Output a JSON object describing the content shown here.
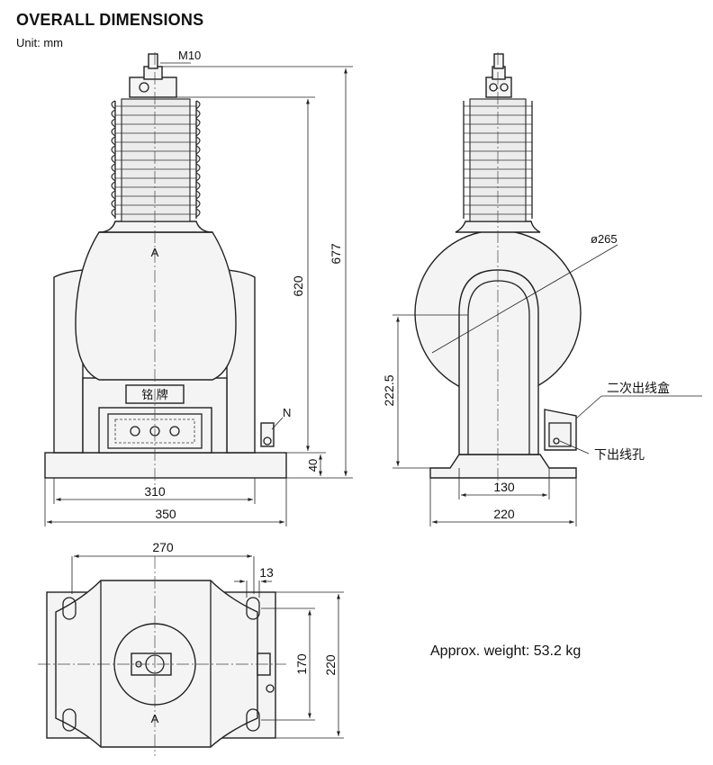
{
  "title": "OVERALL DIMENSIONS",
  "unit": "Unit: mm",
  "weight": "Approx. weight: 53.2 kg",
  "front_view": {
    "thread_label": "M10",
    "terminal_a": "A",
    "nameplate": "铭 牌",
    "ground_label": "N",
    "dim_height_total": "677",
    "dim_height_body": "620",
    "dim_base_height": "40",
    "dim_width_inner": "310",
    "dim_width_outer": "350"
  },
  "side_view": {
    "dim_diameter": "ø265",
    "dim_height": "222.5",
    "secondary_box_label": "二次出线盒",
    "outlet_hole_label": "下出线孔",
    "dim_width_inner": "130",
    "dim_width_outer": "220"
  },
  "top_view": {
    "terminal_a": "A",
    "dim_width": "270",
    "dim_slot": "13",
    "dim_hole_spacing": "170",
    "dim_depth": "220"
  }
}
